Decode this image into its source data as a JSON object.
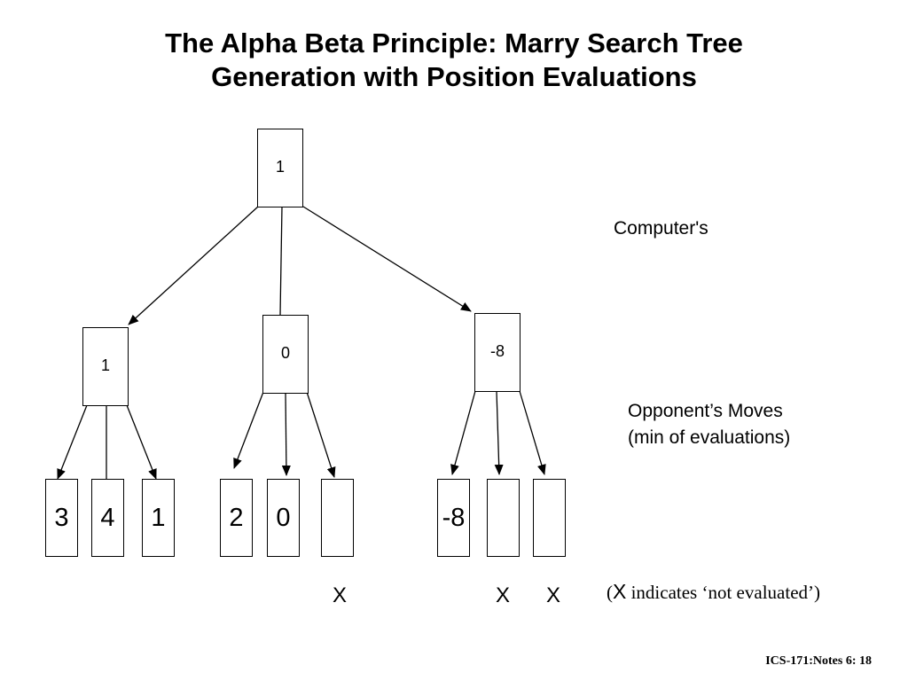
{
  "title": {
    "line1": "The Alpha Beta Principle: Marry Search Tree",
    "line2": "Generation with Position Evaluations"
  },
  "tree": {
    "root": "1",
    "level1": [
      "1",
      "0",
      "-8"
    ],
    "leaves": [
      "3",
      "4",
      "1",
      "2",
      "0",
      "",
      "-8",
      "",
      ""
    ]
  },
  "x_marks": [
    "X",
    "X",
    "X"
  ],
  "labels": {
    "computer": "Computer's",
    "opponent_line1": "Opponent’s Moves",
    "opponent_line2": "(min of evaluations)"
  },
  "note": {
    "open": "(",
    "x": "X",
    "text": " indicates ‘not evaluated’)"
  },
  "footer": "ICS-171:Notes 6: 18"
}
